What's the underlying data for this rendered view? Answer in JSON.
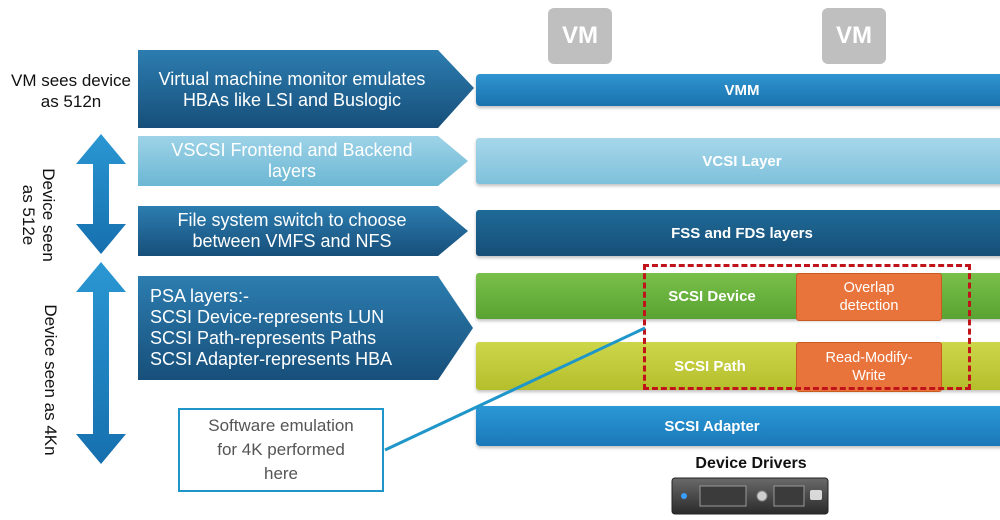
{
  "vms": [
    "VM",
    "VM"
  ],
  "left_note": [
    "VM sees device",
    "as 512n"
  ],
  "vertical_labels": {
    "upper": [
      "Device seen",
      "as 512e"
    ],
    "lower": "Device seen as 4Kn"
  },
  "arrows": [
    {
      "lines": [
        "Virtual machine monitor emulates",
        "HBAs like LSI and Buslogic"
      ]
    },
    {
      "lines": [
        "VSCSI  Frontend and Backend",
        "layers"
      ]
    },
    {
      "lines": [
        "File system switch to choose",
        "between VMFS and NFS"
      ]
    },
    {
      "lines": [
        "PSA layers:-",
        "SCSI Device-represents LUN",
        "SCSI Path-represents Paths",
        "SCSI Adapter-represents HBA"
      ]
    }
  ],
  "layers": {
    "vmm": "VMM",
    "vcsi": "VCSI Layer",
    "fss": "FSS and FDS layers",
    "scsi_device": "SCSI Device",
    "scsi_path": "SCSI Path",
    "scsi_adapter": "SCSI Adapter"
  },
  "emulation": {
    "overlap": [
      "Overlap",
      "detection"
    ],
    "rmw": [
      "Read-Modify-",
      "Write"
    ]
  },
  "callout": [
    "Software emulation",
    "for 4K performed",
    "here"
  ],
  "device_drivers": "Device Drivers",
  "colors": {
    "dark_blue": "#1b5f8c",
    "light_blue": "#8cc9e0",
    "green": "#6ab23c",
    "olive": "#c0c93a",
    "bright_blue": "#1d8fcf",
    "orange": "#e8743b",
    "dashed_red": "#c0141a",
    "callout_border": "#1f96c9"
  }
}
